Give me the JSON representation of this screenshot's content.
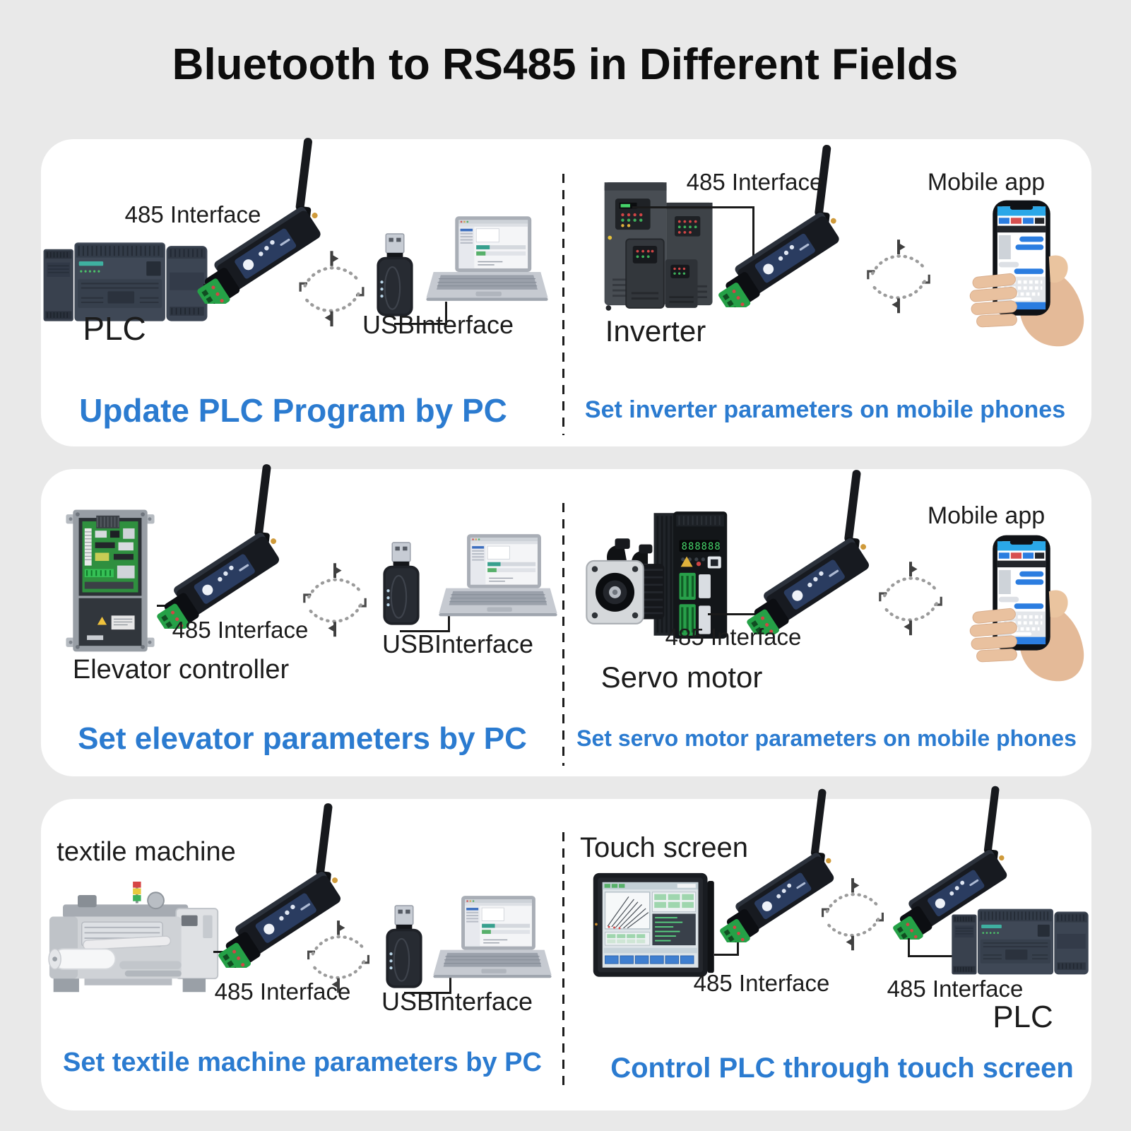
{
  "title": "Bluetooth to RS485 in Different Fields",
  "colors": {
    "background": "#e9e9e9",
    "panel": "#ffffff",
    "caption": "#2b7bd0",
    "label": "#1c1c1c",
    "title_color": "#0d0d0d",
    "divider": "#1c1c1c",
    "adapter_label_blue": "#2a3c60",
    "terminal_green": "#25a147"
  },
  "icons": {
    "sync": "wireless-sync-arrows",
    "adapter": "bluetooth-rs485-adapter-with-antenna"
  },
  "panels": [
    {
      "left": {
        "interface_label": "485 Interface",
        "device_label": "PLC",
        "target_label": "USBInterface",
        "caption": "Update PLC Program by PC"
      },
      "right": {
        "interface_label": "485 Interface",
        "device_label": "Inverter",
        "target_label": "Mobile app",
        "caption": "Set inverter parameters on mobile phones"
      }
    },
    {
      "left": {
        "interface_label": "485 Interface",
        "device_label": "Elevator controller",
        "target_label": "USBInterface",
        "caption": "Set elevator parameters by PC"
      },
      "right": {
        "interface_label": "485 Interface",
        "device_label": "Servo motor",
        "target_label": "Mobile app",
        "caption": "Set servo motor parameters on mobile phones"
      }
    },
    {
      "left": {
        "interface_label": "485 Interface",
        "device_label": "textile machine",
        "target_label": "USBInterface",
        "caption": "Set textile machine parameters by PC"
      },
      "right": {
        "interface_label": "485 Interface",
        "interface_label_2": "485 Interface",
        "device_label": "Touch screen",
        "target_label": "PLC",
        "caption": "Control PLC through touch screen"
      }
    }
  ]
}
